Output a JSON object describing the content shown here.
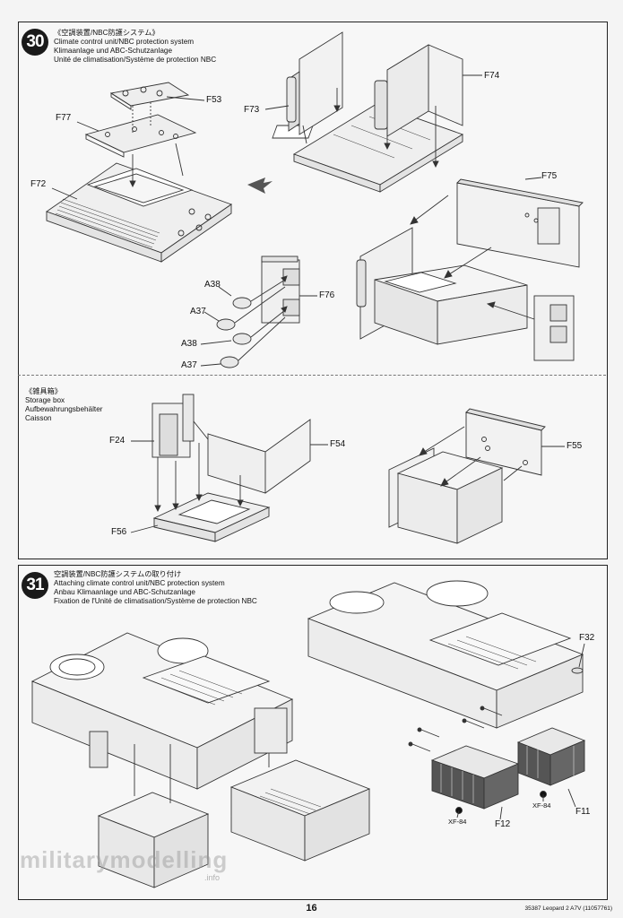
{
  "step30": {
    "number": "30",
    "title_jp": "《空調装置/NBC防護システム》",
    "title_en": "Climate control unit/NBC protection system",
    "title_de": "Klimaanlage und ABC-Schutzanlage",
    "title_fr": "Unité de climatisation/Système de protection NBC",
    "parts": {
      "f53": "F53",
      "f77": "F77",
      "f72": "F72",
      "f73": "F73",
      "f74": "F74",
      "f75": "F75",
      "f76": "F76",
      "a38a": "A38",
      "a37a": "A37",
      "a38b": "A38",
      "a37b": "A37"
    }
  },
  "storage": {
    "title_jp": "《雑具箱》",
    "title_en": "Storage box",
    "title_de": "Aufbewahrungsbehälter",
    "title_fr": "Caisson",
    "parts": {
      "f24": "F24",
      "f54": "F54",
      "f55": "F55",
      "f56": "F56"
    }
  },
  "step31": {
    "number": "31",
    "title_jp": "空調装置/NBC防護システムの取り付け",
    "title_en": "Attaching climate control unit/NBC protection system",
    "title_de": "Anbau Klimaanlage und ABC-Schutzanlage",
    "title_fr": "Fixation de l'Unité de climatisation/Système de protection NBC",
    "parts": {
      "f32": "F32",
      "f12": "F12",
      "f11": "F11",
      "xf84a": "XF-84",
      "xf84b": "XF-84"
    }
  },
  "footer": {
    "page_number": "16",
    "reference": "35387  Leopard 2 A7V (11057761)"
  },
  "watermark": {
    "text": "militarymodelling",
    "sub": ".info"
  }
}
